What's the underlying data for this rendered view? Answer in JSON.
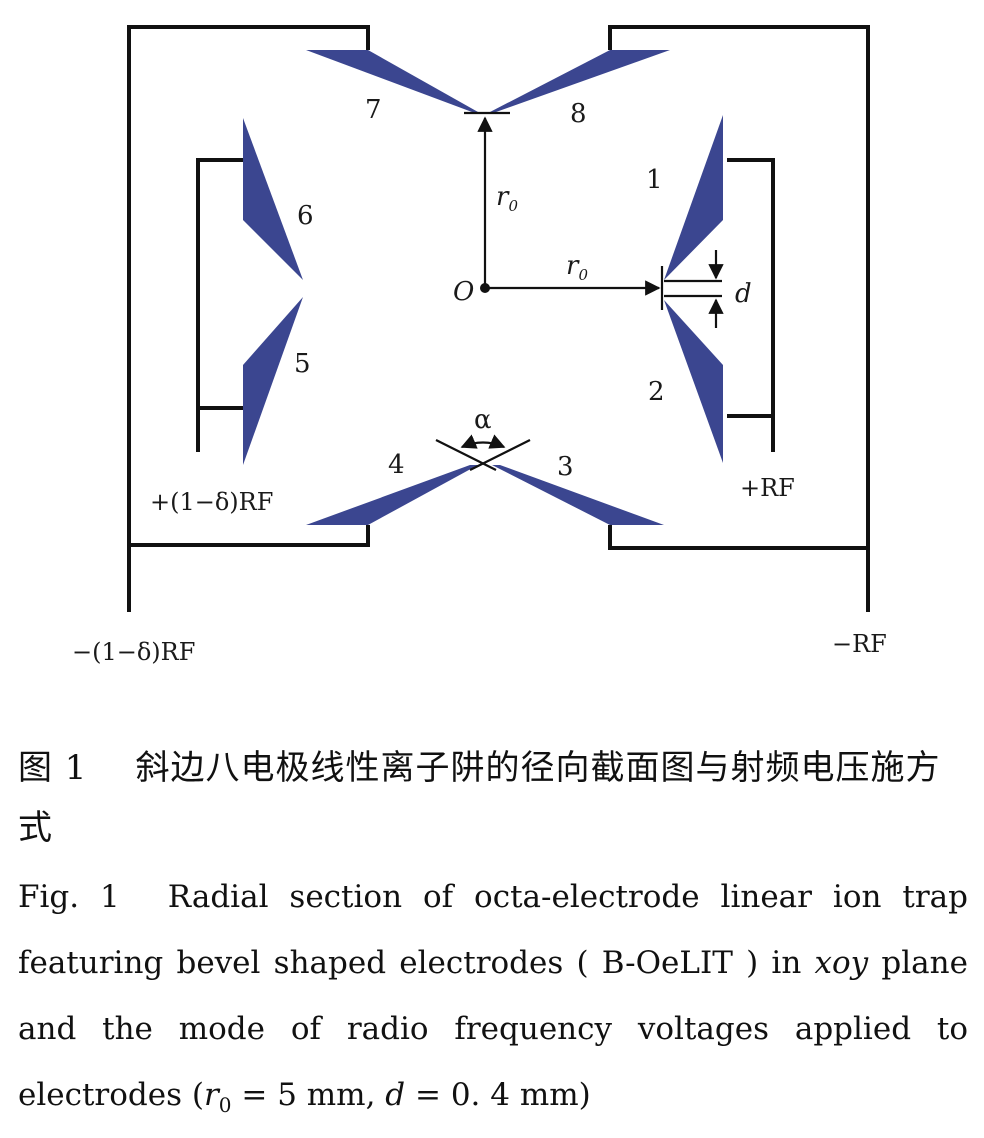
{
  "colors": {
    "electrode": "#3b4690",
    "wire": "#111111"
  },
  "labels": {
    "e1": "1",
    "e2": "2",
    "e3": "3",
    "e4": "4",
    "e5": "5",
    "e6": "6",
    "e7": "7",
    "e8": "8",
    "origin": "O",
    "r0_vertical": "r",
    "r0_vertical_sub": "0",
    "r0_horizontal": "r",
    "r0_horizontal_sub": "0",
    "d": "d",
    "alpha": "α",
    "plus_rf": "+RF",
    "plus_delta_rf": "+(1−δ)RF",
    "minus_delta_rf": "−(1−δ)RF",
    "minus_rf": "−RF"
  },
  "caption": {
    "cn_fig": "图 1",
    "cn_text": "斜边八电极线性离子阱的径向截面图与射频电压施方式",
    "en_fig": "Fig. 1",
    "en_text": "Radial section of octa-electrode linear ion trap featuring bevel shaped electrodes ( B-OeLIT ) in",
    "en_xoy": "xoy",
    "en_text2": "plane and the mode of radio frequency voltages applied to electrodes (",
    "en_r": "r",
    "en_r_sub": "0",
    "en_eq1": " = 5  mm, ",
    "en_d": "d",
    "en_eq2": " = 0. 4  mm)"
  }
}
